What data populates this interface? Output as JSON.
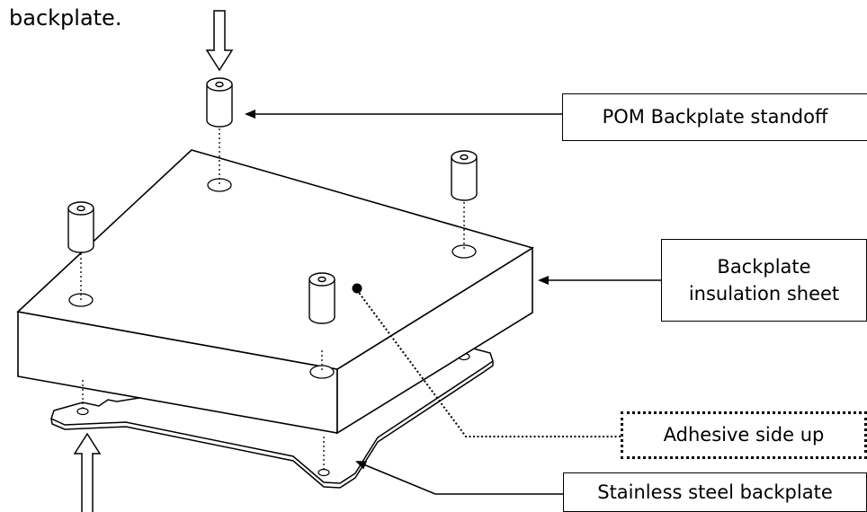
{
  "intro_text": "backplate.",
  "labels": {
    "standoff": "POM Backplate standoff",
    "insulation_line1": "Backplate",
    "insulation_line2": "insulation sheet",
    "adhesive": "Adhesive side up",
    "backplate": "Stainless steel backplate"
  },
  "colors": {
    "stroke": "#000000",
    "fill": "#ffffff"
  }
}
